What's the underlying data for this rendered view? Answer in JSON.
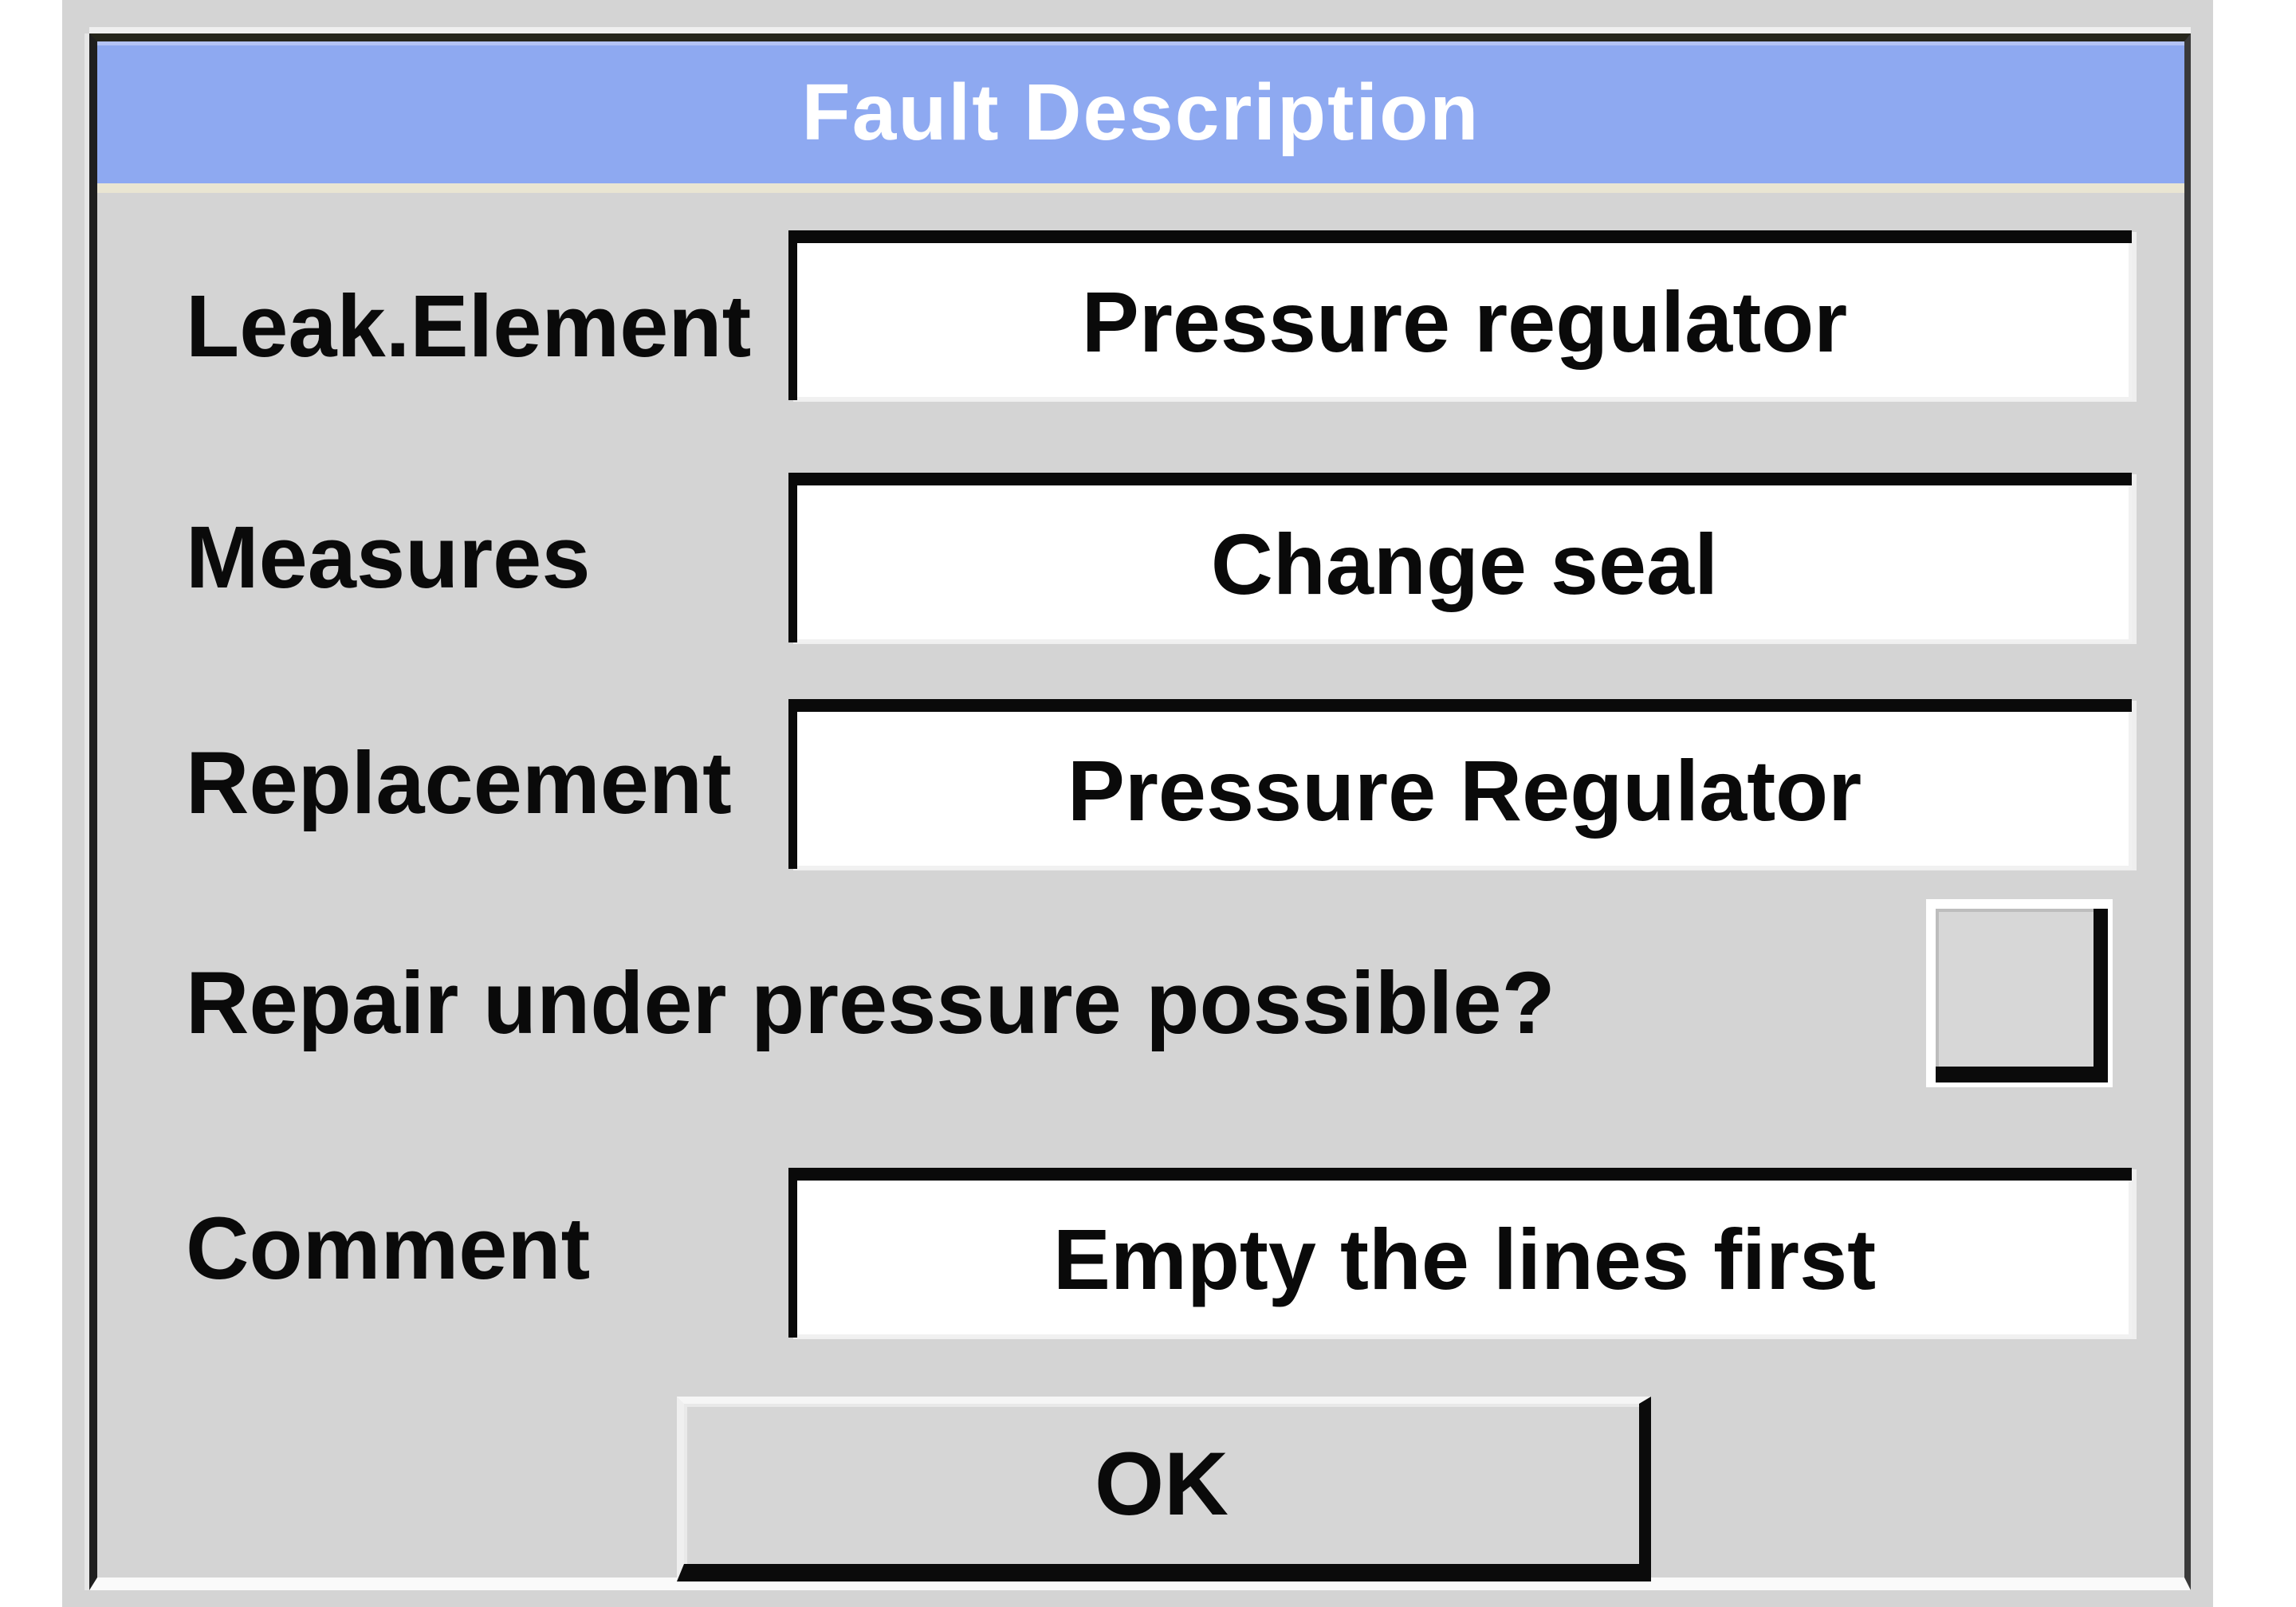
{
  "window": {
    "title": "Fault Description"
  },
  "fields": {
    "leak_element": {
      "label": "Leak.Element",
      "value": "Pressure regulator"
    },
    "measures": {
      "label": "Measures",
      "value": "Change seal"
    },
    "replacement": {
      "label": "Replacement",
      "value": "Pressure Regulator"
    },
    "repair_under_pressure": {
      "label": "Repair under pressure possible?",
      "checked": false
    },
    "comment": {
      "label": "Comment",
      "value": "Empty the lines first"
    }
  },
  "buttons": {
    "ok": "OK"
  },
  "colors": {
    "titlebar_blue": "#8ea9f1",
    "titlebar_underline": "#e9e5d2",
    "title_text": "#ffffff",
    "content_background": "#d4d4d4",
    "field_background": "#ffffff",
    "border_dark": "#0a0a0a",
    "text": "#0a0a0a"
  }
}
